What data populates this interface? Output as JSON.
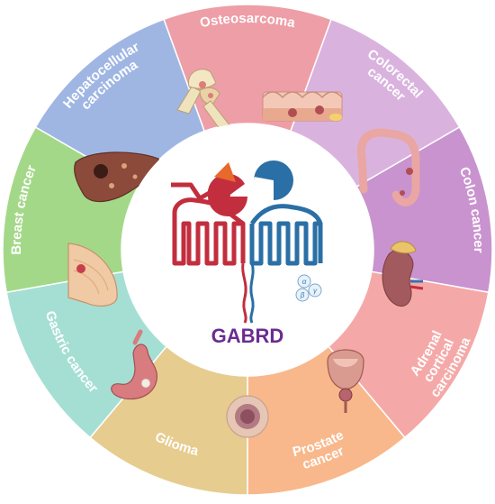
{
  "center": {
    "label": "GABRD",
    "label_color": "#6a2c91",
    "subunit_labels": [
      "α",
      "γ",
      "β"
    ]
  },
  "segments": [
    {
      "key": "osteosarcoma",
      "lines": [
        "Osteosarcoma"
      ],
      "color": "#ee9ea6",
      "icon": "bone-joint-icon"
    },
    {
      "key": "colorectal",
      "lines": [
        "Colorectal",
        "cancer"
      ],
      "color": "#d9b3de",
      "icon": "colorectal-tissue-icon"
    },
    {
      "key": "colon",
      "lines": [
        "Colon cancer"
      ],
      "color": "#c993cf",
      "icon": "colon-icon"
    },
    {
      "key": "adrenal",
      "lines": [
        "Adrenal",
        "cortical",
        "carcinoma"
      ],
      "color": "#f4a9a8",
      "icon": "kidney-adrenal-icon"
    },
    {
      "key": "prostate",
      "lines": [
        "Prostate",
        "cancer"
      ],
      "color": "#f8b88b",
      "icon": "prostate-bladder-icon"
    },
    {
      "key": "glioma",
      "lines": [
        "Glioma"
      ],
      "color": "#e6cc8e",
      "icon": "glioma-cell-icon"
    },
    {
      "key": "gastric",
      "lines": [
        "Gastric cancer"
      ],
      "color": "#a5dfd4",
      "icon": "stomach-icon"
    },
    {
      "key": "breast",
      "lines": [
        "Breast cancer"
      ],
      "color": "#a4d889",
      "icon": "breast-icon"
    },
    {
      "key": "hepatocellular",
      "lines": [
        "Hepatocellular",
        "carcinoma"
      ],
      "color": "#9fb6e3",
      "icon": "liver-icon"
    }
  ],
  "colors": {
    "receptor_red": "#c22e3d",
    "receptor_blue": "#2a6fa6",
    "ligand_orange": "#e8692c",
    "inner_circle": "#ffffff"
  }
}
